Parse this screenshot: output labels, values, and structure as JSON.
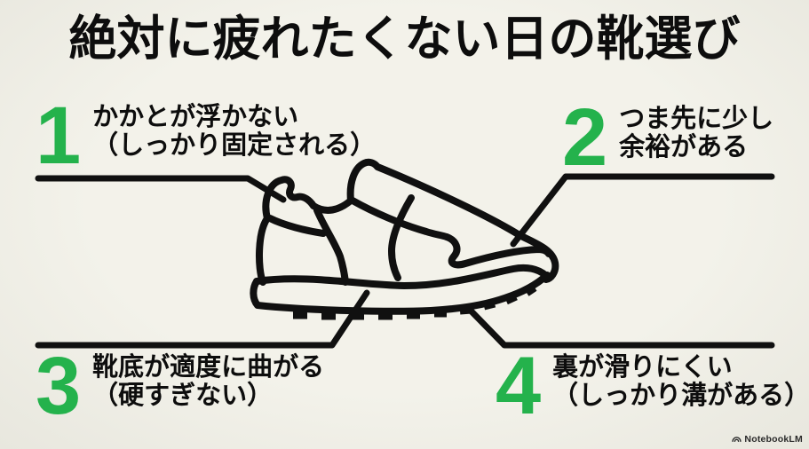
{
  "title": "絶対に疲れたくない日の靴選び",
  "points": [
    {
      "number": "1",
      "line1": "かかとが浮かない",
      "line2": "（しっかり固定される）"
    },
    {
      "number": "2",
      "line1": "つま先に少し",
      "line2": "余裕がある"
    },
    {
      "number": "3",
      "line1": "靴底が適度に曲がる",
      "line2": "（硬すぎない）"
    },
    {
      "number": "4",
      "line1": "裏が滑りにくい",
      "line2": "（しっかり溝がある）"
    }
  ],
  "footer": {
    "brand": "NotebookLM"
  },
  "colors": {
    "background": "#f0efe6",
    "ink": "#101010",
    "accent_green": "#24b24c"
  }
}
